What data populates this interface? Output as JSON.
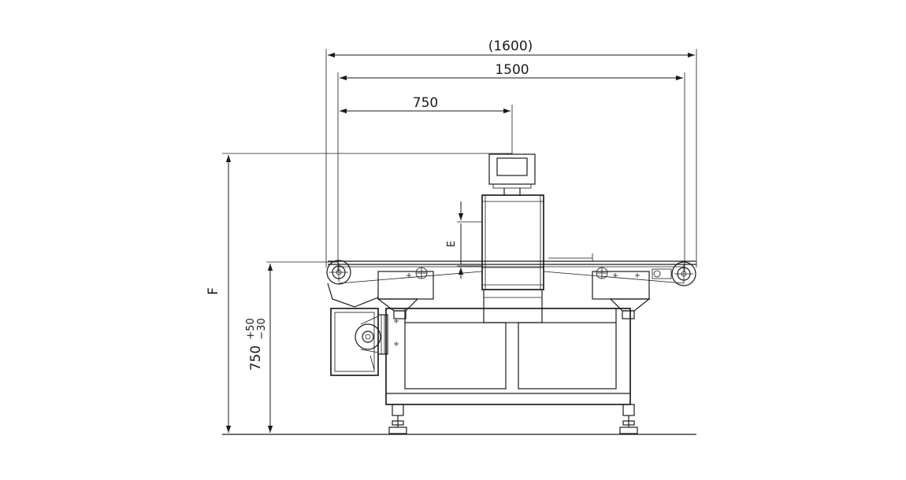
{
  "dimensions": {
    "overall_length": "(1600)",
    "conveyor_length": "1500",
    "center_offset": "750",
    "overall_height": "F",
    "aperture_height": "E",
    "pass_height": "750",
    "pass_height_tol_upper": "+50",
    "pass_height_tol_lower": "−30"
  },
  "colors": {
    "line": "#1a1a1a",
    "background": "#ffffff"
  }
}
